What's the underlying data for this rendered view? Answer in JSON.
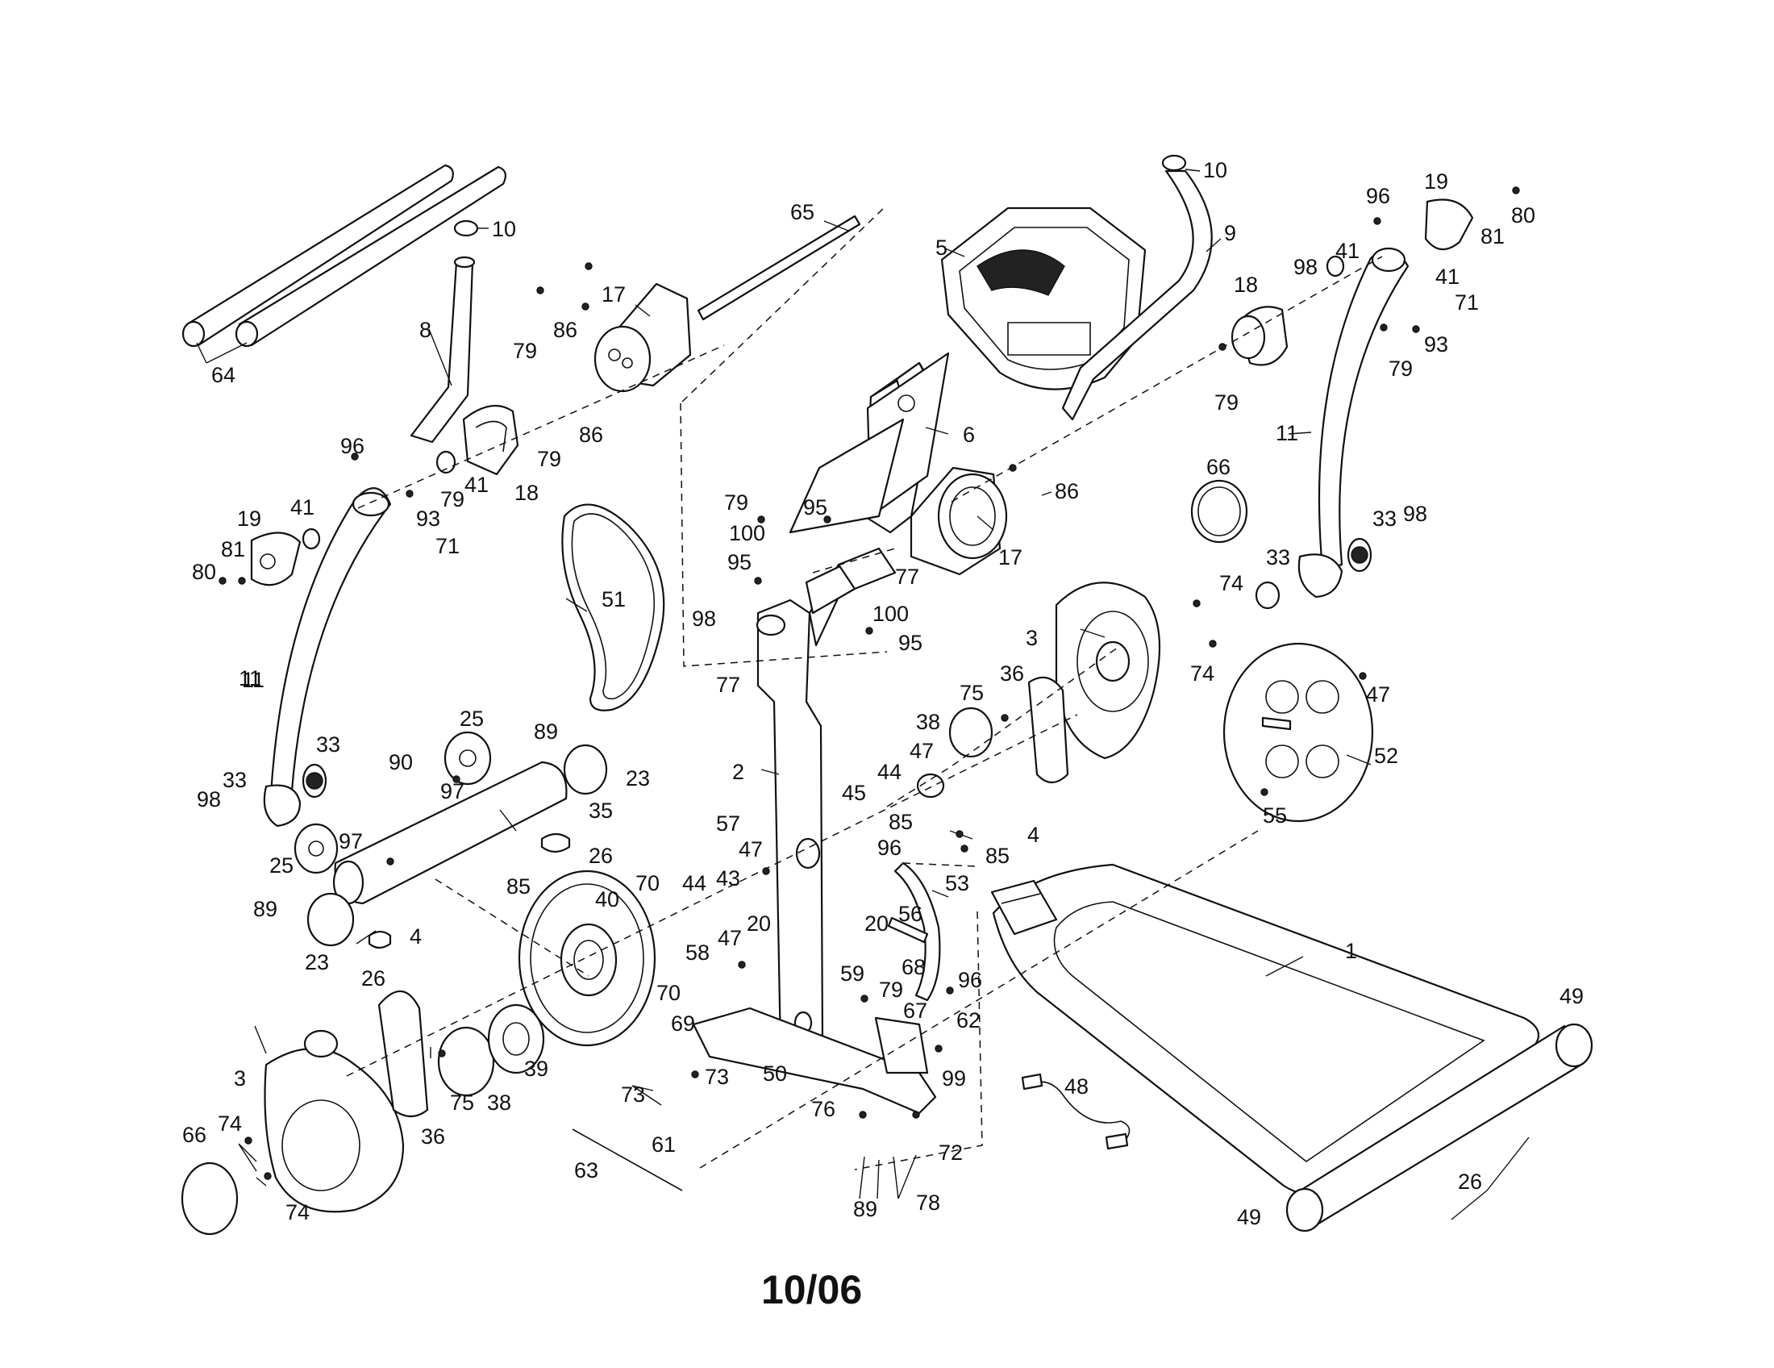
{
  "diagram": {
    "date_code": "10/06",
    "callouts": [
      {
        "id": "c10a",
        "text": "10"
      },
      {
        "id": "c8",
        "text": "8"
      },
      {
        "id": "c64",
        "text": "64"
      },
      {
        "id": "c65",
        "text": "65"
      },
      {
        "id": "c17a",
        "text": "17"
      },
      {
        "id": "c79a",
        "text": "79"
      },
      {
        "id": "c86a",
        "text": "86"
      },
      {
        "id": "c86b",
        "text": "86"
      },
      {
        "id": "c79b",
        "text": "79"
      },
      {
        "id": "c18a",
        "text": "18"
      },
      {
        "id": "c41a",
        "text": "41"
      },
      {
        "id": "c79c",
        "text": "79"
      },
      {
        "id": "c96a",
        "text": "96"
      },
      {
        "id": "c93a",
        "text": "93"
      },
      {
        "id": "c71a",
        "text": "71"
      },
      {
        "id": "c19a",
        "text": "19"
      },
      {
        "id": "c41b",
        "text": "41"
      },
      {
        "id": "c81a",
        "text": "81"
      },
      {
        "id": "c80a",
        "text": "80"
      },
      {
        "id": "c11a",
        "text": "11"
      },
      {
        "id": "c51",
        "text": "51"
      },
      {
        "id": "c5",
        "text": "5"
      },
      {
        "id": "c10b",
        "text": "10"
      },
      {
        "id": "c9",
        "text": "9"
      },
      {
        "id": "c6",
        "text": "6"
      },
      {
        "id": "c79d",
        "text": "79"
      },
      {
        "id": "c95a",
        "text": "95"
      },
      {
        "id": "c100a",
        "text": "100"
      },
      {
        "id": "c95b",
        "text": "95"
      },
      {
        "id": "c77a",
        "text": "77"
      },
      {
        "id": "c86c",
        "text": "86"
      },
      {
        "id": "c17b",
        "text": "17"
      },
      {
        "id": "c100b",
        "text": "100"
      },
      {
        "id": "c95c",
        "text": "95"
      },
      {
        "id": "c98a",
        "text": "98"
      },
      {
        "id": "c77b",
        "text": "77"
      },
      {
        "id": "c96b",
        "text": "96"
      },
      {
        "id": "c19b",
        "text": "19"
      },
      {
        "id": "c80b",
        "text": "80"
      },
      {
        "id": "c81b",
        "text": "81"
      },
      {
        "id": "c98b",
        "text": "98"
      },
      {
        "id": "c41c",
        "text": "41"
      },
      {
        "id": "c41d",
        "text": "41"
      },
      {
        "id": "c71b",
        "text": "71"
      },
      {
        "id": "c18b",
        "text": "18"
      },
      {
        "id": "c93b",
        "text": "93"
      },
      {
        "id": "c79e",
        "text": "79"
      },
      {
        "id": "c79f",
        "text": "79"
      },
      {
        "id": "c11b",
        "text": "11"
      },
      {
        "id": "c66a",
        "text": "66"
      },
      {
        "id": "c33a",
        "text": "33"
      },
      {
        "id": "c98c",
        "text": "98"
      },
      {
        "id": "c33b",
        "text": "33"
      },
      {
        "id": "c74a",
        "text": "74"
      },
      {
        "id": "c3a",
        "text": "3"
      },
      {
        "id": "c74b",
        "text": "74"
      },
      {
        "id": "c36a",
        "text": "36"
      },
      {
        "id": "c47a",
        "text": "47"
      },
      {
        "id": "c52",
        "text": "52"
      },
      {
        "id": "c75a",
        "text": "75"
      },
      {
        "id": "c38a",
        "text": "38"
      },
      {
        "id": "c47b",
        "text": "47"
      },
      {
        "id": "c44a",
        "text": "44"
      },
      {
        "id": "c55",
        "text": "55"
      },
      {
        "id": "c45",
        "text": "45"
      },
      {
        "id": "c85a",
        "text": "85"
      },
      {
        "id": "c4a",
        "text": "4"
      },
      {
        "id": "c96c",
        "text": "96"
      },
      {
        "id": "c85b",
        "text": "85"
      },
      {
        "id": "c2",
        "text": "2"
      },
      {
        "id": "c57",
        "text": "57"
      },
      {
        "id": "c47c",
        "text": "47"
      },
      {
        "id": "c53",
        "text": "53"
      },
      {
        "id": "c11c",
        "text": "11"
      },
      {
        "id": "c33c",
        "text": "33"
      },
      {
        "id": "c33d",
        "text": "33"
      },
      {
        "id": "c98d",
        "text": "98"
      },
      {
        "id": "c25a",
        "text": "25"
      },
      {
        "id": "c89a",
        "text": "89"
      },
      {
        "id": "c90",
        "text": "90"
      },
      {
        "id": "c23a",
        "text": "23"
      },
      {
        "id": "c97a",
        "text": "97"
      },
      {
        "id": "c35",
        "text": "35"
      },
      {
        "id": "c97b",
        "text": "97"
      },
      {
        "id": "c25b",
        "text": "25"
      },
      {
        "id": "c26a",
        "text": "26"
      },
      {
        "id": "c89b",
        "text": "89"
      },
      {
        "id": "c85c",
        "text": "85"
      },
      {
        "id": "c40",
        "text": "40"
      },
      {
        "id": "c70a",
        "text": "70"
      },
      {
        "id": "c44b",
        "text": "44"
      },
      {
        "id": "c43",
        "text": "43"
      },
      {
        "id": "c20a",
        "text": "20"
      },
      {
        "id": "c20b",
        "text": "20"
      },
      {
        "id": "c56",
        "text": "56"
      },
      {
        "id": "c23b",
        "text": "23"
      },
      {
        "id": "c26b",
        "text": "26"
      },
      {
        "id": "c4b",
        "text": "4"
      },
      {
        "id": "c58",
        "text": "58"
      },
      {
        "id": "c47d",
        "text": "47"
      },
      {
        "id": "c68",
        "text": "68"
      },
      {
        "id": "c70b",
        "text": "70"
      },
      {
        "id": "c59",
        "text": "59"
      },
      {
        "id": "c79g",
        "text": "79"
      },
      {
        "id": "c96d",
        "text": "96"
      },
      {
        "id": "c69",
        "text": "69"
      },
      {
        "id": "c67",
        "text": "67"
      },
      {
        "id": "c62",
        "text": "62"
      },
      {
        "id": "c1",
        "text": "1"
      },
      {
        "id": "c49a",
        "text": "49"
      },
      {
        "id": "c3b",
        "text": "3"
      },
      {
        "id": "c39",
        "text": "39"
      },
      {
        "id": "c50",
        "text": "50"
      },
      {
        "id": "c99",
        "text": "99"
      },
      {
        "id": "c73a",
        "text": "73"
      },
      {
        "id": "c73b",
        "text": "73"
      },
      {
        "id": "c48",
        "text": "48"
      },
      {
        "id": "c75b",
        "text": "75"
      },
      {
        "id": "c38b",
        "text": "38"
      },
      {
        "id": "c36b",
        "text": "36"
      },
      {
        "id": "c76",
        "text": "76"
      },
      {
        "id": "c61",
        "text": "61"
      },
      {
        "id": "c72",
        "text": "72"
      },
      {
        "id": "c66b",
        "text": "66"
      },
      {
        "id": "c74c",
        "text": "74"
      },
      {
        "id": "c63",
        "text": "63"
      },
      {
        "id": "c89c",
        "text": "89"
      },
      {
        "id": "c78",
        "text": "78"
      },
      {
        "id": "c74d",
        "text": "74"
      },
      {
        "id": "c26c",
        "text": "26"
      },
      {
        "id": "c49b",
        "text": "49"
      }
    ]
  }
}
